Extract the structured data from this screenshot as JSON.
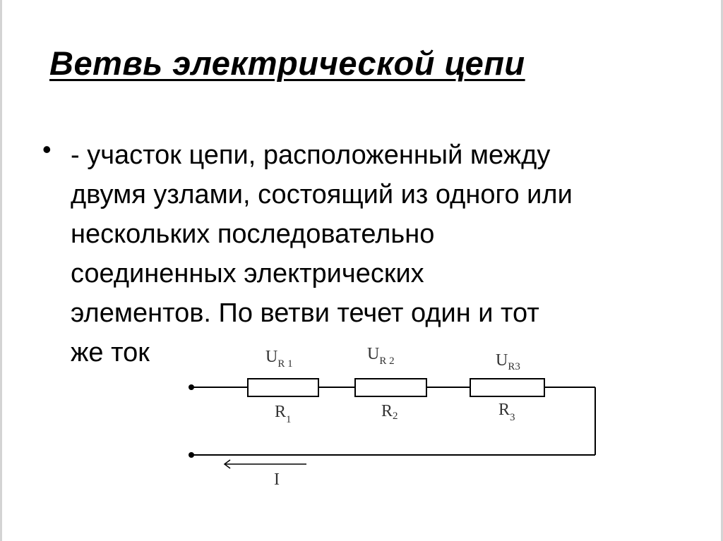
{
  "slide": {
    "title": "Ветвь электрической цепи",
    "bullet": "•",
    "body_lines": [
      "- участок цепи, расположенный между",
      "двумя узлами, состоящий из одного или",
      "нескольких последовательно",
      "соединенных  электрических",
      "элементов. По ветви течет один и тот",
      "же ток"
    ]
  },
  "diagram": {
    "resistors": [
      {
        "name": "R",
        "index": "1",
        "voltage_main": "U",
        "voltage_sub": "R 1"
      },
      {
        "name": "R",
        "index": "2",
        "voltage_main": "U",
        "voltage_sub": "R 2"
      },
      {
        "name": "R",
        "index": "3",
        "voltage_main": "U",
        "voltage_sub": "R3"
      }
    ],
    "current_label": "I"
  }
}
